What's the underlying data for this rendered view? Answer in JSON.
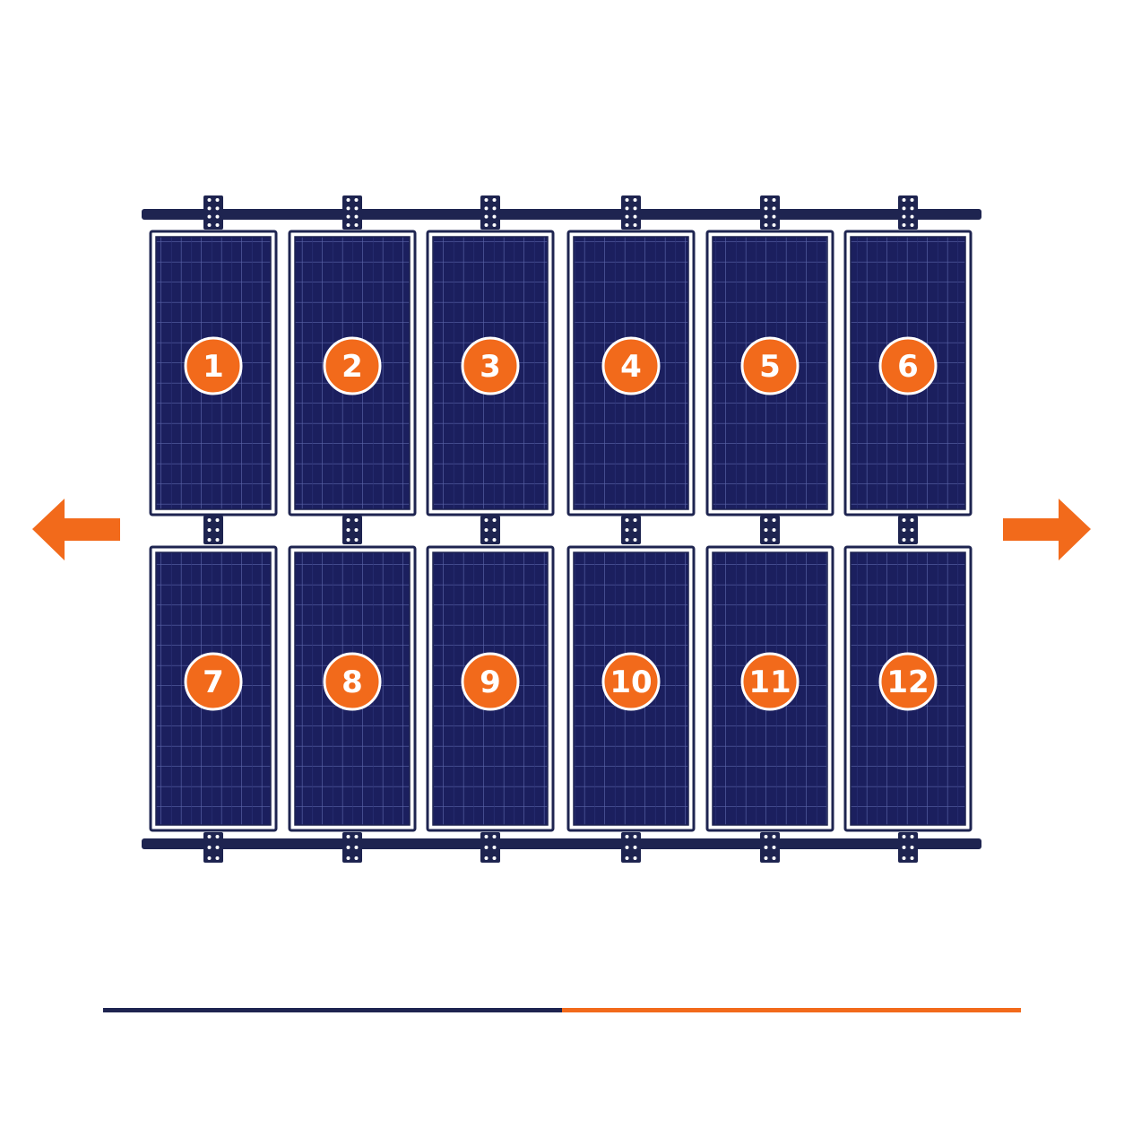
{
  "diagram": {
    "rows": [
      {
        "panels": [
          "1",
          "2",
          "3",
          "4",
          "5",
          "6"
        ]
      },
      {
        "panels": [
          "7",
          "8",
          "9",
          "10",
          "11",
          "12"
        ]
      }
    ],
    "arrows": [
      "left",
      "right"
    ],
    "colors": {
      "panel": "#1b1f5e",
      "frame": "#1e2450",
      "rail": "#1e2450",
      "accent": "#f26a1b",
      "badge_border": "#ffffff"
    },
    "progress_bar": {
      "progress": 0.5
    }
  }
}
